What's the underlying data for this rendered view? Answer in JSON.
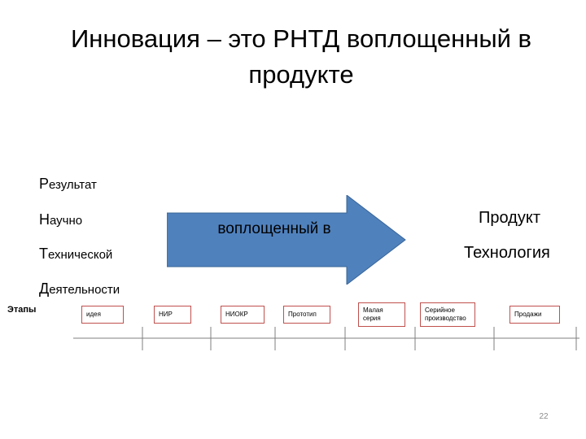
{
  "title": {
    "line1": "Инновация – это РНТД воплощенный в",
    "line2": "продукте"
  },
  "rntd": [
    {
      "cap": "Р",
      "rest": "езультат"
    },
    {
      "cap": "Н",
      "rest": "аучно"
    },
    {
      "cap": "Т",
      "rest": "ехнической"
    },
    {
      "cap": "Д",
      "rest": "еятельности"
    }
  ],
  "arrow": {
    "label": "воплощенный в",
    "color": "#4f81bd"
  },
  "results": {
    "product": "Продукт",
    "technology": "Технология"
  },
  "stages": {
    "label": "Этапы",
    "items": [
      "идея",
      "НИР",
      "НИОКР",
      "Прототип",
      "Малая серия",
      "Серийное производство",
      "Продажи"
    ],
    "border_color": "#c0504d"
  },
  "page_number": "22"
}
